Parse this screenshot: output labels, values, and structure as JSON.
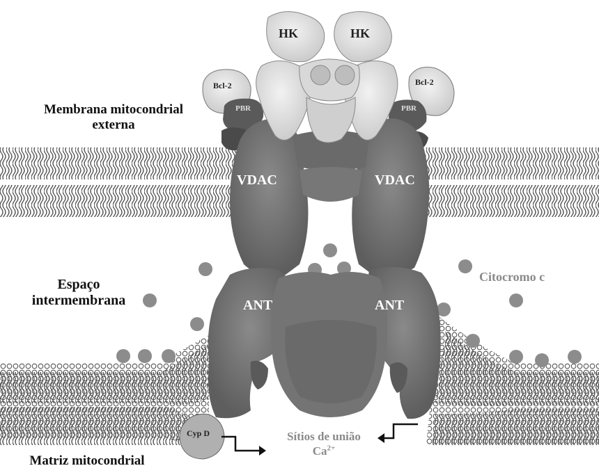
{
  "labels": {
    "outer_membrane_line1": "Membrana mitocondrial",
    "outer_membrane_line2": "externa",
    "intermembrane_line1": "Espaço",
    "intermembrane_line2": "intermembrana",
    "matrix": "Matriz mitocondrial",
    "cytochrome": "Citocromo c",
    "binding_sites_line1": "Sítios de união",
    "binding_sites_ca": "Ca",
    "binding_sites_charge": "2+"
  },
  "proteins": {
    "hk_left": "HK",
    "hk_right": "HK",
    "bcl2_left": "Bcl-2",
    "bcl2_right": "Bcl-2",
    "pbr_left": "PBR",
    "pbr_right": "PBR",
    "vdac_left": "VDAC",
    "vdac_right": "VDAC",
    "ant_left": "ANT",
    "ant_right": "ANT",
    "cypd": "Cyp D"
  },
  "colors": {
    "protein_dark": "#6e6e6e",
    "protein_light": "#e4e4e4",
    "cytochrome_dot": "#8c8c8c",
    "membrane": "#555555"
  }
}
